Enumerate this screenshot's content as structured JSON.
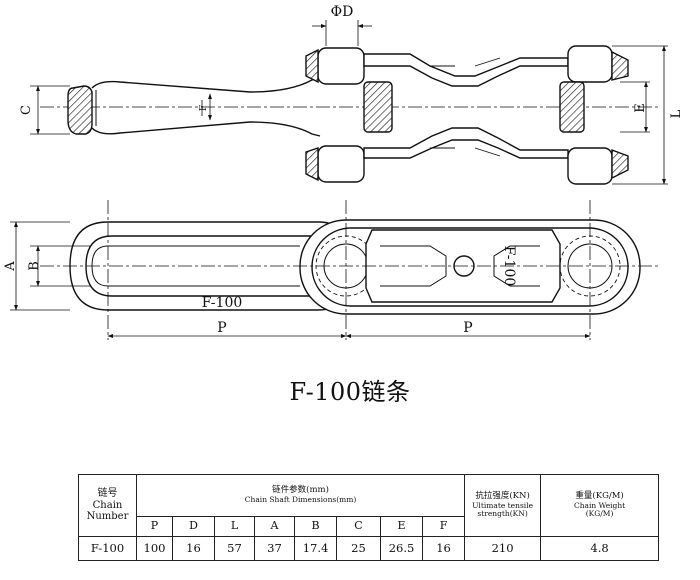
{
  "drawing": {
    "dim_labels": {
      "phiD": "ΦD",
      "C": "C",
      "E": "E",
      "L": "L",
      "F": "F",
      "A": "A",
      "B": "B",
      "P_left": "P",
      "P_right": "P"
    },
    "body_marks": {
      "bottom_link": "F-100",
      "center_plate": "F-100"
    }
  },
  "caption": "F-100链条",
  "table": {
    "chain_number_header": {
      "zh": "链号",
      "en_line1": "Chain",
      "en_line2": "Number"
    },
    "dimensions_header": {
      "zh": "链件参数(mm)",
      "en": "Chain Shaft Dimensions(mm)"
    },
    "tensile_header": {
      "zh": "抗拉强度(KN)",
      "en_line1": "Ultimate tensile",
      "en_line2": "strength(KN)"
    },
    "weight_header": {
      "zh": "重量(KG/M)",
      "en_line1": "Chain Weight",
      "en_line2": "(KG/M)"
    },
    "columns": [
      "P",
      "D",
      "L",
      "A",
      "B",
      "C",
      "E",
      "F"
    ],
    "rows": [
      {
        "chain_number": "F-100",
        "values": [
          "100",
          "16",
          "57",
          "37",
          "17.4",
          "25",
          "26.5",
          "16"
        ],
        "tensile": "210",
        "weight": "4.8"
      }
    ]
  }
}
